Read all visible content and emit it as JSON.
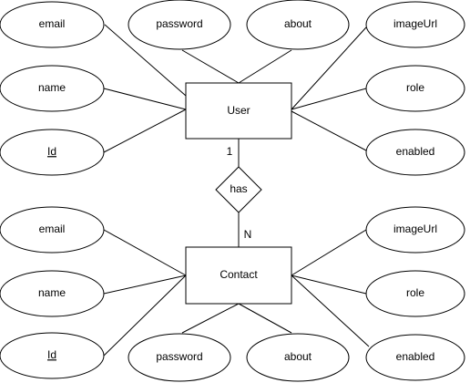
{
  "entities": {
    "user": "User",
    "contact": "Contact"
  },
  "relationship": {
    "label": "has",
    "user_cardinality": "1",
    "contact_cardinality": "N"
  },
  "user_attributes": {
    "email": "email",
    "password": "password",
    "about": "about",
    "imageUrl": "imageUrl",
    "name": "name",
    "role": "role",
    "id": "Id",
    "enabled": "enabled"
  },
  "contact_attributes": {
    "email": "email",
    "imageUrl": "imageUrl",
    "name": "name",
    "role": "role",
    "id": "Id",
    "enabled": "enabled",
    "password": "password",
    "about": "about"
  }
}
